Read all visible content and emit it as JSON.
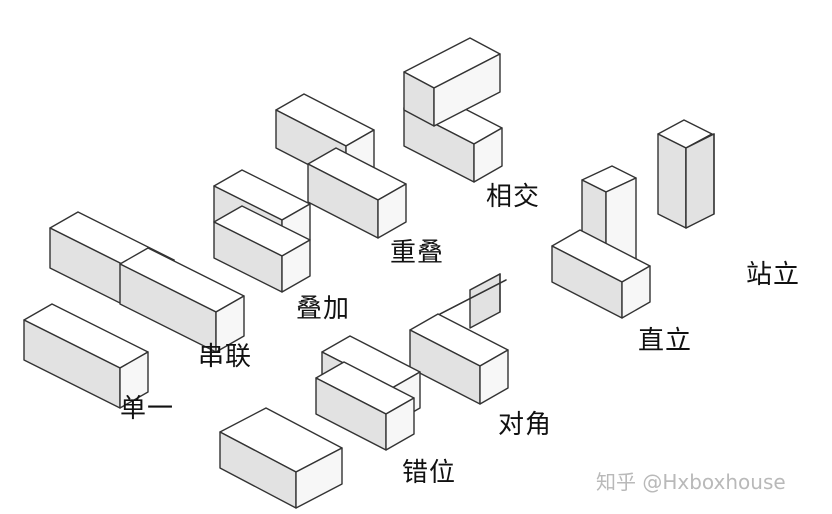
{
  "labels": {
    "single": "单一",
    "series": "串联",
    "stack": "叠加",
    "overlap": "重叠",
    "intersect": "相交",
    "upright": "直立",
    "standing": "站立",
    "diagonal": "对角",
    "staggered": "错位"
  },
  "watermark": {
    "text": "知乎 @Hxboxhouse"
  },
  "colors": {
    "front_face": "#e2e2e2",
    "side_face": "#f7f7f7",
    "top_face": "#ffffff",
    "stroke": "#333333"
  }
}
